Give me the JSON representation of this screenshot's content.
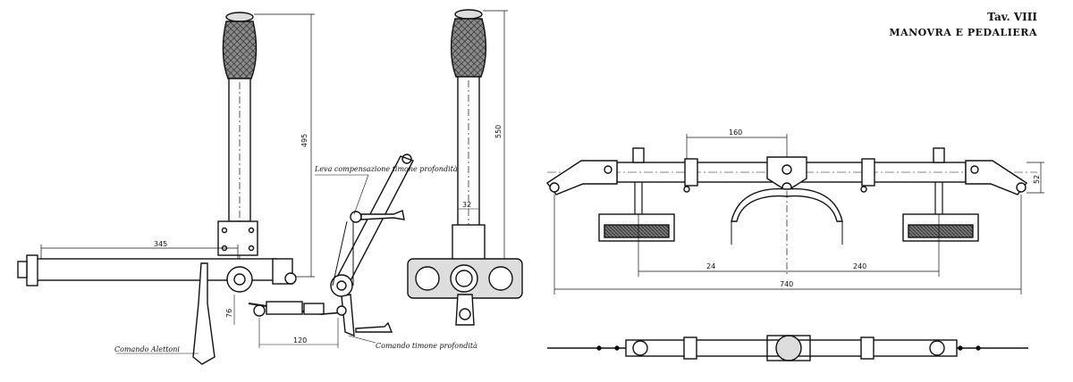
{
  "caption": {
    "plate": "Tav. VIII",
    "title": "MANOVRA E PEDALIERA"
  },
  "side_view": {
    "dimensions": {
      "height": "495",
      "length": "345",
      "angle_offset": "76",
      "lower_length": "120"
    },
    "notes": {
      "lever_label": "Leva compensazione timone profondità",
      "ailerons_label": "Comando Alettoni",
      "elevator_label": "Comando timone profondità"
    }
  },
  "front_view": {
    "dimensions": {
      "height": "550",
      "width": "32"
    }
  },
  "pedal_plan": {
    "dimensions": {
      "top_span": "160",
      "left_span": "24",
      "right_span": "240",
      "total": "740",
      "height": "52"
    }
  }
}
